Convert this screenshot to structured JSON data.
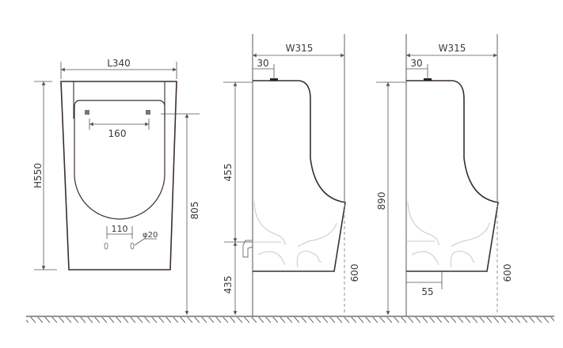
{
  "front_view": {
    "length_label": "L340",
    "height_label": "H550",
    "mount_spacing_label": "160",
    "outlet_spacing_label": "110",
    "outlet_diameter_label": "φ20",
    "mount_height_label": "805"
  },
  "side_view_1": {
    "width_label": "W315",
    "inlet_offset_label": "30",
    "upper_height_label": "455",
    "lower_height_label": "435",
    "front_height_label": "600"
  },
  "side_view_2": {
    "width_label": "W315",
    "inlet_offset_label": "30",
    "total_height_label": "890",
    "outlet_offset_label": "55",
    "front_height_label": "600"
  }
}
